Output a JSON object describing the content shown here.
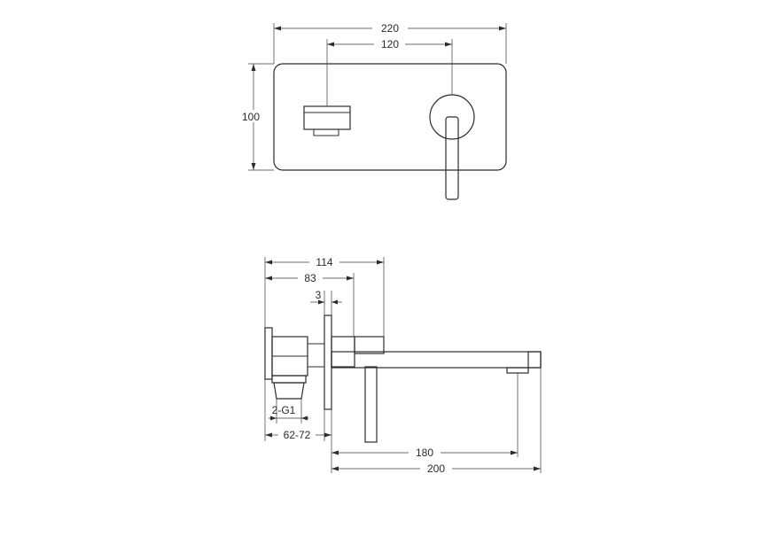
{
  "front_view": {
    "width_total": "220",
    "axis_distance": "120",
    "height": "100"
  },
  "side_view": {
    "depth_total": "114",
    "depth_body": "83",
    "plate_thickness": "3",
    "inlet_thread": "2-G1",
    "wall_adjust_range": "62-72",
    "spout_reach": "180",
    "spout_overall": "200"
  }
}
